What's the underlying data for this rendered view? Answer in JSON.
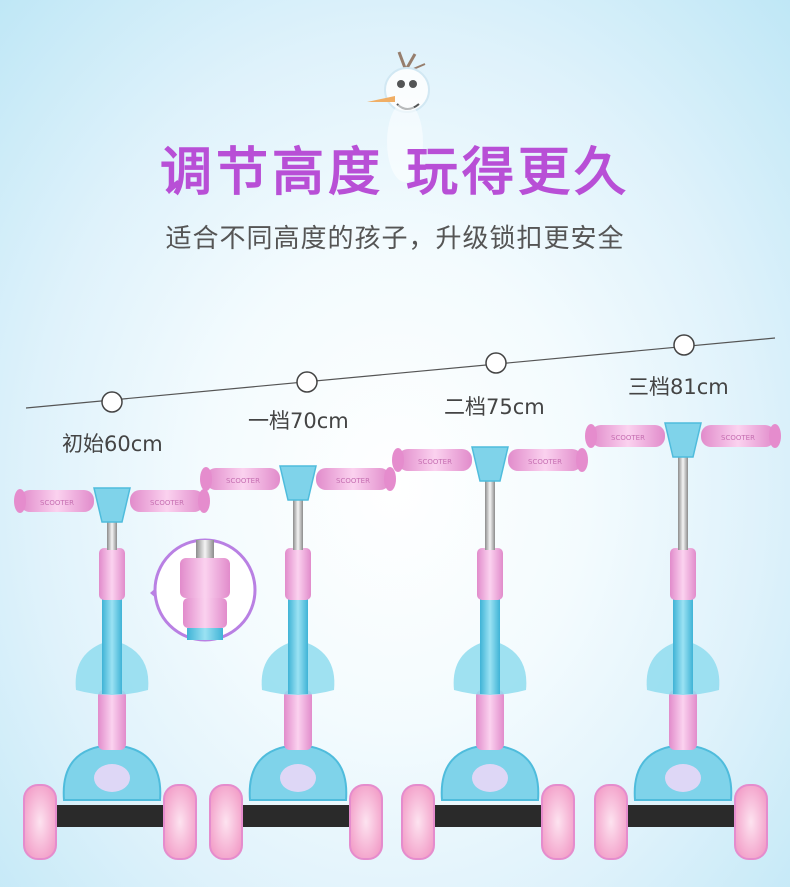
{
  "heading": {
    "title": "调节高度 玩得更久",
    "subtitle": "适合不同高度的孩子，升级锁扣更安全"
  },
  "heights": [
    {
      "label": "初始60cm",
      "height_cm": 60
    },
    {
      "label": "一档70cm",
      "height_cm": 70
    },
    {
      "label": "二档75cm",
      "height_cm": 75
    },
    {
      "label": "三档81cm",
      "height_cm": 81
    }
  ],
  "handlebar_text": "SCOOTER",
  "colors": {
    "title": "#b84fd6",
    "pink": "#f4a9de",
    "deep_pink": "#e58ccd",
    "blue": "#7fd3ea",
    "deep_blue": "#4fbcdc",
    "wheel": "#f7a8cf"
  },
  "icons": {
    "mascot": "snowman-icon",
    "lock": "lock-clamp-zoom-icon"
  }
}
